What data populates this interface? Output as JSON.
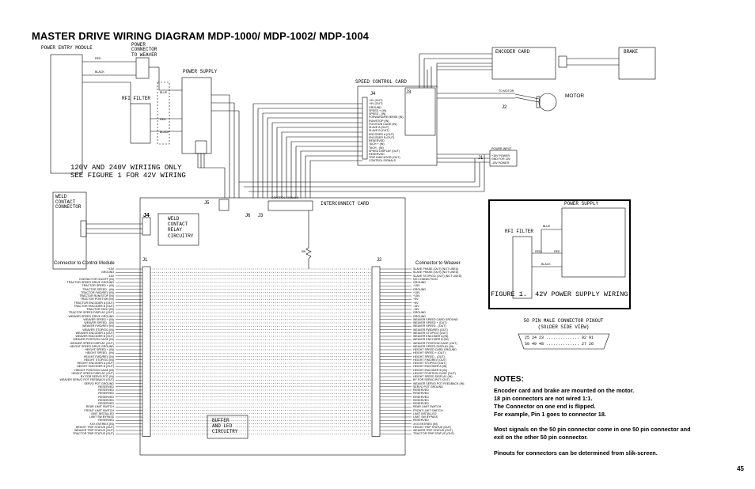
{
  "title": "MASTER DRIVE WIRING DIAGRAM MDP-1000/ MDP-1002/ MDP-1004",
  "labels": {
    "power_entry": "POWER ENTRY MODULE",
    "power_connector": "POWER\nCONNECTOR\nTO WEAVER",
    "red": "RED",
    "black": "BLACK",
    "blue": "BLUE",
    "rfi_filter": "RFI FILTER",
    "power_supply": "POWER SUPPLY",
    "encoder_card": "ENCODER CARD",
    "brake": "BRAKE",
    "speed_control_card": "SPEED CONTROL CARD",
    "motor": "MOTOR",
    "to_motor": "TO MOTOR",
    "power_input": "POWER INPUT",
    "j1": "J1",
    "j2": "J2",
    "j3": "J3",
    "j4": "J4",
    "j5": "J5",
    "j6": "J6",
    "wiring_note": "120V AND 240V WIRIING ONLY\nSEE FIGURE 1 FOR 42V WIRING",
    "weld_connector": "WELD\nCONTACT\nCONNECTOR",
    "weld_relay": "WELD\nCONTACT\nRELAY\nCIRCUITRY",
    "interconnect_card": "INTERCONNECT CARD",
    "control_signals": "CONTROL SIGNALS",
    "connector_control": "Connector to Control Module",
    "connector_weaver": "Connector to Weaver",
    "buffer": "BUFFER\nAND LED\nCIRCUITRY",
    "figure1": "FIGURE 1.  42V POWER SUPPLY WIRING",
    "fig_power_supply": "POWER SUPPLY",
    "fig_rfi_filter": "RFI FILTER",
    "pinout_title": "50 PIN MALE CONNECTOR PINOUT\n(SOLDER SIDE VIEW)",
    "pinout_row1": "25 24 23 .............. 02 01",
    "pinout_row2": "50 49 48 .............. 27 26",
    "res_label": "5W",
    "page_number": "45"
  },
  "speed_signals": [
    "+9V (OUT)",
    "+5V (OUT)",
    "GROUND",
    "SPEED + (IN)",
    "SPEED - (IN)",
    "FORWARD/REVERSE (IN)",
    "RUN/STOP (IN)",
    "POSITION CAGE (IN)",
    "SLAVE A (OUT)",
    "SLAVE B (OUT)",
    "ENCODER A (OUT)",
    "ENCODER B (OUT)",
    "RESERVED",
    "TACH + (IN)",
    "TACH - (IN)",
    "SPEED DISPLAY (OUT)",
    "RESERVED",
    "TRIP INDICATOR (OUT)"
  ],
  "power_input_lines": [
    "+15V POWER",
    "GND FOR 15V",
    "-15V POWER"
  ],
  "control_list": [
    "+15V",
    "GROUND",
    "-15V",
    "CONTACTOR ON/OFF (IN)",
    "TRACTOR SPEED DRIVE GROUND",
    "TRACTOR SPEED + (IN)",
    "TRACTOR SPEED - (IN)",
    "TRACTOR FWD/REV (IN)",
    "TRACTOR RUN/STOP (IN)",
    "TRACTOR POSITION (IN)",
    "TRACTOR ENCODER A (OUT)",
    "TRACTOR ENCODER B (OUT)",
    "TRACTOR TACH (IN)",
    "TRACTOR SPEED DISPLAY (OUT)",
    "WEAVER SPEED DRIVE GROUND",
    "WEAVER SPEED + (IN)",
    "WEAVER SPEED - (IN)",
    "WEAVER FWD/REV (IN)",
    "WEAVER STOP/GO (IN)",
    "WEAVER ENCODER A (OUT)",
    "WEAVER ENCODER B (OUT)",
    "WEAVER POSITION CAGE (IN)",
    "WEAVER SPEED DISPLAY (OUT)",
    "HEIGHT SPEED DRIVE GROUND",
    "HEIGHT SPEED + (IN)",
    "HEIGHT SPEED - (IN)",
    "HEIGHT FWD/REV (IN)",
    "HEIGHT STOP/GO (IN)",
    "HEIGHT ENCODER A (OUT)",
    "HEIGHT ENCODER B (OUT)",
    "HEIGHT POSITION CAGE (IN)",
    "HEIGHT SPEED DISPLAY (OUT)",
    "BY FOR SERVO POT (IN)",
    "WEAVER SERVO POT FEEDBACK (OUT)",
    "SERVO POT GROUND",
    "RESERVED",
    "RESERVED",
    "RESERVED",
    "RESERVED",
    "RESERVED",
    "RESERVED",
    "REAR LIMIT SWITCH",
    "FRONT LIMIT SWITCH",
    "LIMIT INSTALLED",
    "LIMIT SW BYPASS",
    "RESERVED",
    "XXX ENTRIES (IN)",
    "HEIGHT TRIP STATUS (OUT)",
    "WEAVER TRIP STATUS (OUT)",
    "TRACTOR TRIP STATUS (OUT)"
  ],
  "weaver_list": [
    "SLAVE PHASE (OUT) (NOT USED)",
    "SLAVE PHASE (OUT) (NOT USED)",
    "SLAVE STOP/GO (OUT) (NOT USED)",
    "NO CONNECTION",
    "GROUND",
    "+15V",
    "GROUND",
    "+15V",
    "+15V",
    "+5V",
    "+5V",
    "-15V",
    "-15V",
    "GROUND",
    "GROUND",
    "WEAVER SPEED CARD GROUND",
    "WEAVER SPEED + (OUT)",
    "WEAVER SPEED - (OUT)",
    "WEAVER FWD/REV (OUT)",
    "WEAVER STOP/GO (OUT)",
    "WEAVER ENCODER A (IN)",
    "WEAVER ENCODER B (IN)",
    "WEAVER POSITION CAGE (OUT)",
    "WEAVER SPEED DISPLAY (IN)",
    "HEIGHT SPEED CARD GROUND",
    "HEIGHT SPEED + (OUT)",
    "HEIGHT SPEED - (OUT)",
    "HEIGHT FWD/REV (OUT)",
    "HEIGHT STOP/GO (OUT)",
    "HEIGHT ENCODER A (IN)",
    "HEIGHT ENCODER B (IN)",
    "HEIGHT POSITION CAGE (OUT)",
    "HEIGHT SPEED DISPLAY (IN)",
    "BY FOR SERVO POT (OUT)",
    "WEAVER SERVO POT FEEDBACK (IN)",
    "SERVO POT GROUND",
    "RESERVED",
    "RESERVED",
    "RESERVED",
    "RESERVED",
    "RESERVED",
    "REAR LIMIT SWITCH",
    "FRONT LIMIT SWITCH",
    "LIMIT INSTALLED",
    "LIMIT SW BYPASS",
    "RESERVED",
    "XXX ENTRIES (IN)",
    "HEIGHT TRIP STATUS (OUT)",
    "WEAVER TRIP STATUS (OUT)",
    "TRACTOR TRIP STATUS (OUT)"
  ],
  "notes": {
    "heading": "NOTES:",
    "lines": [
      "Encoder card and brake are mounted on the motor.",
      "18 pin connectors are not wired 1:1.",
      "The Connector on one end is flipped.",
      "For example, Pin 1 goes to connector 18.",
      "",
      "Most signals on the 50 pin connector come in one 50 pin connector and",
      "exit on the other 50 pin connector.",
      "",
      "Pinouts for connectors can be determined from slik-screen."
    ]
  }
}
